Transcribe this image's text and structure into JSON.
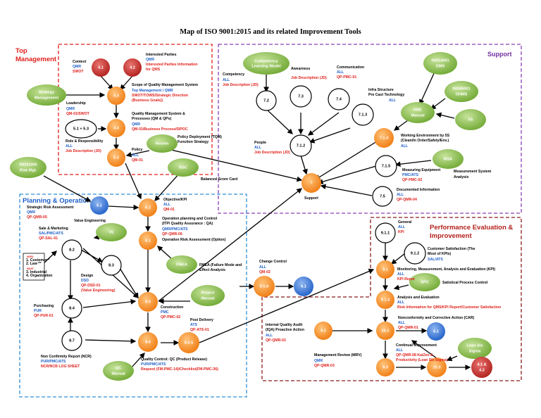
{
  "title": "Map of ISO 9001:2015 and its related Improvement Tools",
  "colors": {
    "orange": "#f58a1f",
    "red_node": "#c9302c",
    "blue_node": "#2f6fd6",
    "green_node": "#8fbf4a",
    "white_node": "#ffffff",
    "top_box": "#e0201b",
    "planning_box": "#2f8fd6",
    "support_box": "#8a3fb5",
    "perf_box": "#8b1a1a"
  },
  "sections": {
    "top_management": [
      "Top",
      "Management"
    ],
    "planning": "Planning & Operation",
    "support": "Support",
    "performance": [
      "Performance Evaluation &",
      "Improvement"
    ]
  },
  "nodes": {
    "n41": "4.1",
    "n42": "4.2",
    "n43": "4.3",
    "n44": "4.4",
    "n5153": "5.1 + 5.3",
    "n52": "5.2",
    "hoshin": "Hoshin",
    "strategy": [
      "Strategy",
      "Management"
    ],
    "iso31000": [
      "ISO31000",
      "Risk Mgt."
    ],
    "bsc": "BSC",
    "n61": "6.1",
    "n62": "6.2",
    "n81": "8.1",
    "ve": "VE",
    "fmea": "FMEA",
    "n82": "8.2",
    "n83": "8.3",
    "n84": "8.4",
    "n85": "8.5",
    "n86": "8.6",
    "n87": "8.7",
    "project": [
      "Project",
      "Manual"
    ],
    "n855": "8.5.5",
    "qc": [
      "QC",
      "Manual"
    ],
    "n856": "8.5.6",
    "n61b": "6.1",
    "competency": [
      "Competency",
      "Learning Model"
    ],
    "n72": "7.2",
    "n73": "7.3",
    "n74": "7.4",
    "n713": "7.1.3",
    "n712": "7.1.2",
    "n714": "7.1.4",
    "n715": "7.1.5",
    "n75": "7.5",
    "n7": "7",
    "iso14001": [
      "ISO14001",
      "EMS"
    ],
    "iso45001": [
      "ISO45001",
      "OHMS"
    ],
    "hse": [
      "HSE",
      "Manual"
    ],
    "s5": "5S",
    "msa": "MSA",
    "n911": "9.1.1",
    "n912": "9.1.2",
    "n91": "9.1",
    "spc": "SPC",
    "n913": "9.1.3",
    "n92": "9.2",
    "n102": "10.2",
    "n61c": "6.1",
    "lean": [
      "Lean Six",
      "Sigma"
    ],
    "n93": "9.3",
    "n103": "10.3",
    "n4142": [
      "4.1 &",
      "4.2"
    ]
  },
  "labels": {
    "context": {
      "title": "Context",
      "a": "QMR",
      "b": "SWOT"
    },
    "interested": {
      "title": "Interested Parties",
      "a": "QMR",
      "b": "Interested Parties Information",
      "c": "for QMS"
    },
    "scope": {
      "title": "Scope of Quality Management System",
      "a": "Top Management / QMR",
      "b": "SWOT/TOWS/Strategic Direction",
      "c": "(Business Goals))"
    },
    "leadership": {
      "title": "Leadership",
      "a": "QMR",
      "b": "QM-01/SWOT"
    },
    "qms": {
      "title": "Quality Management System &",
      "title2": "Processes (QM & QPs)",
      "a": "QMR",
      "b": "QM-01/Business Process/SIPOC"
    },
    "role": {
      "title": "Role & Responsibility",
      "a": "ALL",
      "b": "Job Description (JD)"
    },
    "policy": {
      "title": "Policy",
      "a": "ALL",
      "b": "QM-01"
    },
    "tqm": {
      "title": "Policy Deployment (TQM)",
      "title2": "Function Strategy"
    },
    "bsc_label": "Balanced Score Card",
    "risk": {
      "title": "Strategic Risk Assessment",
      "a": "QMR",
      "b": "QP-QMR-05"
    },
    "objective": {
      "title": "Objective/KPI",
      "a": "ALL",
      "b": "QM-01"
    },
    "opplan": {
      "title": "Operation planning and Control",
      "title2": "(ITP/ Quality Assurance : QA)",
      "a": "QMR/PMC/ATS",
      "b": "QP-QMR-06",
      "c": "Operation Risk Assessment (Option)"
    },
    "value_eng": "Value Engineering",
    "sales": {
      "title": "Sale & Marketing",
      "a": "SAL/PMC/ATS",
      "b": "QP-SAL-01"
    },
    "need": {
      "t1": "NEED",
      "t2": "1. Customer *",
      "t3": "2. Law **",
      "t4": "WANT",
      "t5": "3. Industrial",
      "t6": "4. Organization"
    },
    "design": {
      "title": "Design",
      "a": "DSD",
      "b": "QP-DSD-01",
      "c": "(Value Engineering)"
    },
    "purchasing": {
      "title": "Purchasing",
      "a": "PUR",
      "b": "QP-PUR-01"
    },
    "fmea_label": {
      "title": "FMEA (Failure Mode and",
      "title2": "Effect Analysis"
    },
    "construction": {
      "title": "Construction",
      "a": "PMC",
      "b": "QP-PMC-02"
    },
    "postdelivery": {
      "title": "Post Delivery",
      "a": "ATS",
      "b": "QP-ATS-01"
    },
    "ncr": {
      "title": "Non Confirmity Report (NCR)",
      "a": "PUR/PMC/ATS",
      "b": "NCR/NCB LOG SHEET"
    },
    "qccontrol": {
      "title": "Quality Control: QC (Product Release)",
      "a": "PUR/PMC/ATS",
      "b": "Request (FM-PMC-14)/Checklist(FM-PMC-36)"
    },
    "change": {
      "title": "Change Control",
      "a": "ALL",
      "b": "QM-02"
    },
    "competency_l": {
      "title": "Competency",
      "a": "ALL",
      "b": "Job Description (JD)"
    },
    "awareness": {
      "title": "Awearness",
      "a": "Job Description (JD)"
    },
    "communication": {
      "title": "Communication",
      "a": "ALL",
      "b": "QP-PMC-01"
    },
    "infra": {
      "title": "Infra Structure",
      "title2": "Pre Cast Technology",
      "a": "ALL"
    },
    "people": {
      "title": "People",
      "a": "ALL",
      "b": "Job Description (JD)"
    },
    "workenv": {
      "title": "Working Environment by 5S",
      "title2": "(Clean/In Order/Safety/Env.)",
      "a": "ALL"
    },
    "measuring": {
      "title": "Measuring Equipment",
      "a": "PMC/ATS",
      "b": "QP-PMC-02"
    },
    "msa_label": {
      "title": "Measurement System",
      "title2": "Analysis"
    },
    "docinfo": {
      "title": "Documented Information",
      "a": "ALL",
      "b": "QP-QMR-04"
    },
    "support_label": "Support",
    "general": {
      "title": "General",
      "a": "ALL",
      "b": "KPI"
    },
    "custsat": {
      "title": "Customer Satisfaction (The",
      "title2": "Most of KPIs)",
      "a": "SAL/ATS"
    },
    "monitor": {
      "title": "Monitoring, Measurement, Analysis and Evaluation  (KPI)",
      "a": "ALL",
      "b": "KPI Repor"
    },
    "spc_label": "Satistical Process Control",
    "analysis": {
      "title": "Analysis and Evaluation",
      "a": "ALL",
      "b": "Risk Information for QMS/KPI Report/Customer Satisfaction"
    },
    "iqa": {
      "title": "Internal Quality Audit",
      "title2": "(IQA) Proactive Action",
      "a": "ALL",
      "b": "QP-QMR-02"
    },
    "ncca": {
      "title": "Nonconformity and Corrective Action (CAR)",
      "a": "ALL",
      "b": "QP-QMR-01"
    },
    "cont": {
      "title": "Continual Improvement",
      "a": "ALL",
      "b": "QP-QMR-08 KaiZen &",
      "c": "Productivity (Lean Six Sigma)"
    },
    "mrv": {
      "title": "Management Review (MRV)",
      "a": "QMR",
      "b": "QP-QMR-03"
    }
  }
}
